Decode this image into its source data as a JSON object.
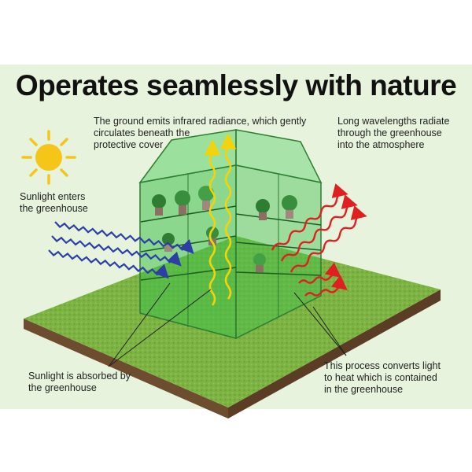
{
  "title": "Operates seamlessly with nature",
  "labels": {
    "ground_emits": "The ground emits infrared radiance, which gently\ncirculates beneath the\nprotective cover",
    "long_wavelengths": "Long wavelengths radiate\nthrough the greenhouse\ninto the atmosphere",
    "sunlight_enters": "Sunlight enters\nthe greenhouse",
    "sunlight_absorbed": "Sunlight is absorbed by\nthe greenhouse",
    "process_converts": "This process converts light\nto heat which is contained\nin the greenhouse"
  },
  "colors": {
    "background": "#e7f3dd",
    "grass": "#7cb342",
    "soil": "#6d4c2f",
    "sun": "#f5c518",
    "sunlight_arrows": "#2c3ea8",
    "infrared_arrows": "#f2d40c",
    "heat_arrows": "#e02020",
    "greenhouse_cover": "#3fbf4a"
  }
}
